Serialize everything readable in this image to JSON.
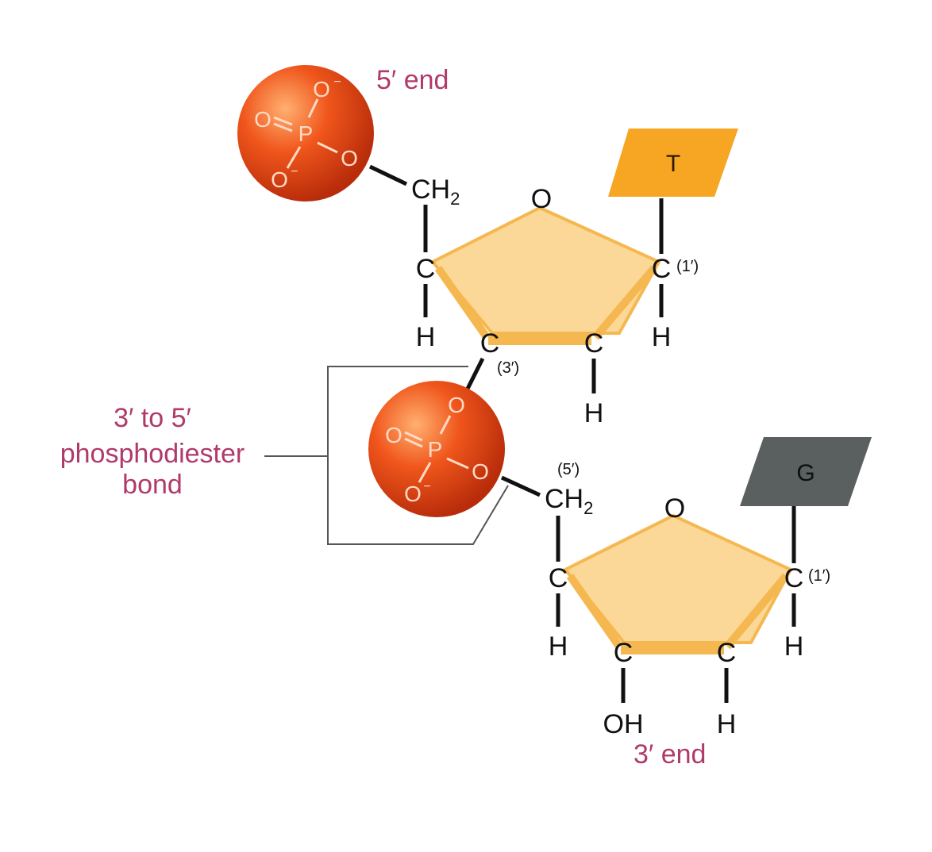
{
  "labels": {
    "five_prime_end": "5′ end",
    "three_prime_end": "3′ end",
    "bond_line1": "3′ to 5′",
    "bond_line2": "phosphodiester",
    "bond_line3": "bond"
  },
  "atoms": {
    "carbon": "C",
    "hydrogen": "H",
    "oxygen": "O",
    "phosphorus": "P",
    "ch": "CH",
    "sub2": "2",
    "hydroxyl": "OH",
    "minus": "−",
    "one_prime": "(1′)",
    "three_prime": "(3′)",
    "five_prime": "(5′)"
  },
  "bases": {
    "top": "T",
    "bottom": "G"
  },
  "colors": {
    "phosphate": "#e8481a",
    "sugar": "#fbd898",
    "sugar_edge": "#f5b850",
    "base_t": "#f6a623",
    "base_g": "#5a5f60",
    "label": "#b03a6a",
    "bracket": "#555555"
  }
}
